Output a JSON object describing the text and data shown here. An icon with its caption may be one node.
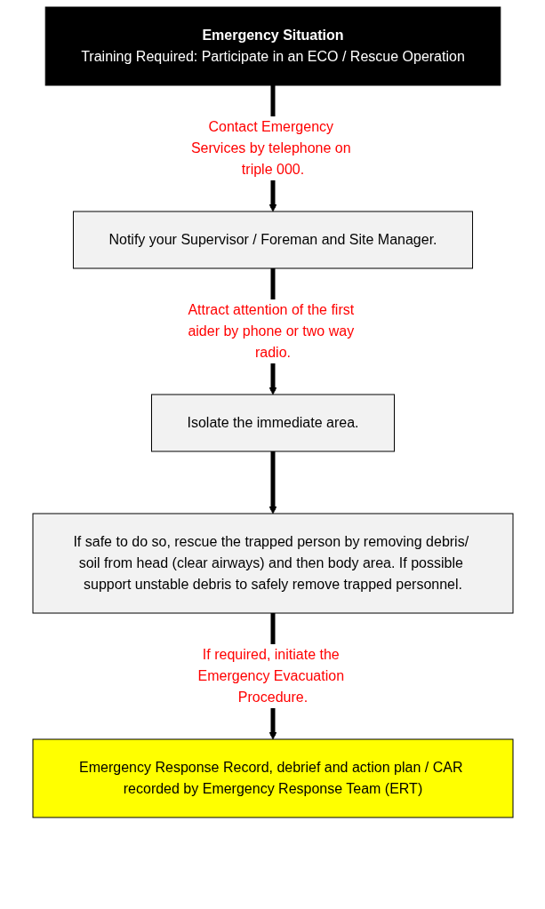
{
  "diagram": {
    "nodes": [
      {
        "text": [
          "Emergency Situation",
          "Training Required: Participate in an ECO / Rescue Operation"
        ]
      },
      {
        "text": [
          "Notify your Supervisor / Foreman and Site Manager."
        ]
      },
      {
        "text": [
          "Isolate the immediate area."
        ]
      },
      {
        "text": [
          "If safe to do so, rescue the trapped person by removing debris/ soil from head (clear airways) and then body area. If possible support unstable debris to safely remove trapped personnel."
        ]
      },
      {
        "text": [
          "Emergency Response Record, debrief and action plan / CAR recorded by Emergency Response Team (ERT)"
        ]
      }
    ],
    "edges": [
      {
        "from": 0,
        "to": 1,
        "arrow": "to",
        "label": "Contact Emergency Services by telephone on triple 000."
      },
      {
        "from": 1,
        "to": 2,
        "arrow": "to",
        "label": "Attract attention of the first aider by phone or two way radio."
      },
      {
        "from": 2,
        "to": 3,
        "arrow": "to"
      },
      {
        "from": 3,
        "to": 4,
        "arrow": "to",
        "label": "If required, initiate the Emergency Evacuation Procedure."
      }
    ]
  }
}
